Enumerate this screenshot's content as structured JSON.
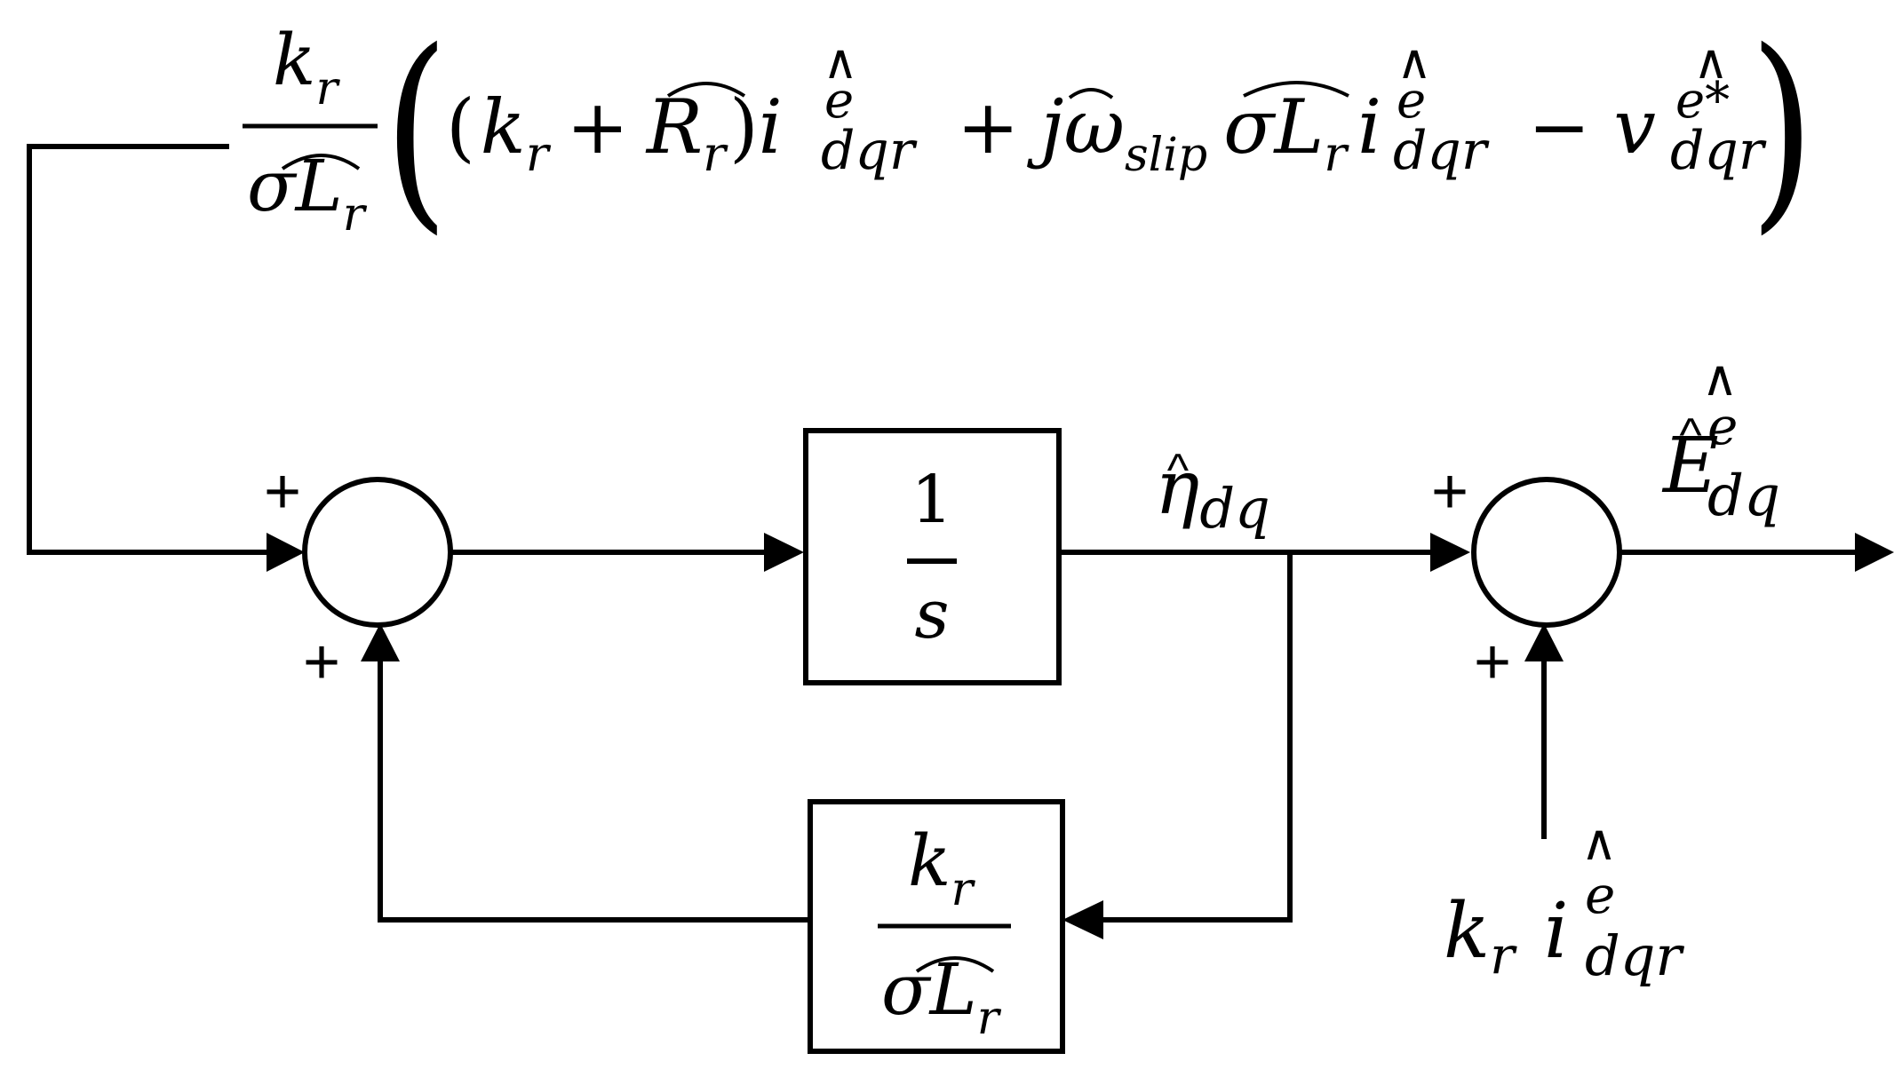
{
  "input": {
    "coef": {
      "num_k": "k",
      "num_sub": "r",
      "den_sigma": "σ",
      "den_L": "L",
      "den_sub": "r"
    },
    "paren_open": "(",
    "paren_close": ")",
    "t1": {
      "lp": "(",
      "k": "k",
      "ksub": "r",
      "plus": "+",
      "R": "R",
      "Rsub": "r",
      "rp": ")",
      "i": "i",
      "sup": "e",
      "sub": "dqr",
      "hat": "∧"
    },
    "t2": {
      "plus": "+",
      "j": "j",
      "omega": "ω",
      "sub": "slip",
      "sigma": "σ",
      "L": "L",
      "Lsub": "r",
      "i": "i",
      "sup": "e",
      "isub": "dqr",
      "hat": "∧"
    },
    "t3": {
      "minus": "−",
      "v": "v",
      "sup": "e*",
      "sub": "dqr",
      "hat": "∧"
    }
  },
  "sum1": {
    "sign_left": "+",
    "sign_bottom": "+"
  },
  "integrator": {
    "num": "1",
    "den": "s"
  },
  "eta": {
    "symbol": "η",
    "hat": "^",
    "sub": "dq"
  },
  "sum2": {
    "sign_left": "+",
    "sign_bottom": "+"
  },
  "output": {
    "symbol": "E",
    "hat": "^",
    "sup": "e",
    "sub": "dq",
    "hat2": "∧"
  },
  "feedback": {
    "num_k": "k",
    "num_sub": "r",
    "den_sigma": "σ",
    "den_L": "L",
    "den_sub": "r"
  },
  "bottom_input": {
    "k": "k",
    "ksub": "r",
    "i": "i",
    "sup": "e",
    "sub": "dqr",
    "hat": "∧"
  }
}
